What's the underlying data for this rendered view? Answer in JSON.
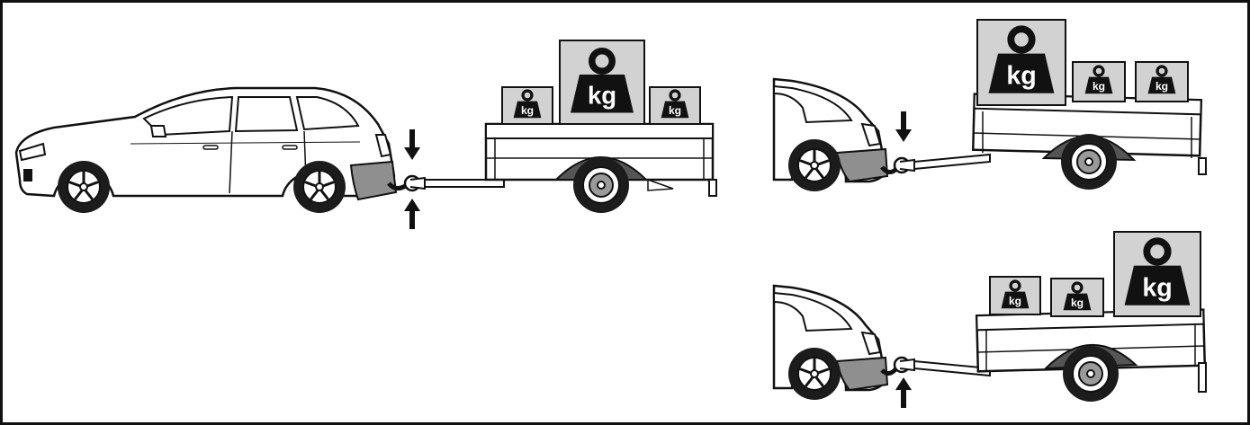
{
  "weight_labels": {
    "kg": "kg"
  },
  "colors": {
    "outline": "#111111",
    "box_fill": "#d2d2d2",
    "bumper": "#8f8f8f",
    "tire": "#1c1c1c",
    "fender": "#555555",
    "hub": "#9a9a9a",
    "background": "#ffffff"
  },
  "scenes": [
    {
      "id": "balanced-load",
      "description_state": "nose-weight-both-directions"
    },
    {
      "id": "front-heavy-load",
      "description_state": "nose-weight-down"
    },
    {
      "id": "rear-heavy-load",
      "description_state": "nose-weight-up"
    }
  ],
  "icons": [
    "kg-weight-icon",
    "down-arrow-icon",
    "up-arrow-icon",
    "car-icon",
    "trailer-icon",
    "wheel-icon",
    "towbar-icon"
  ]
}
